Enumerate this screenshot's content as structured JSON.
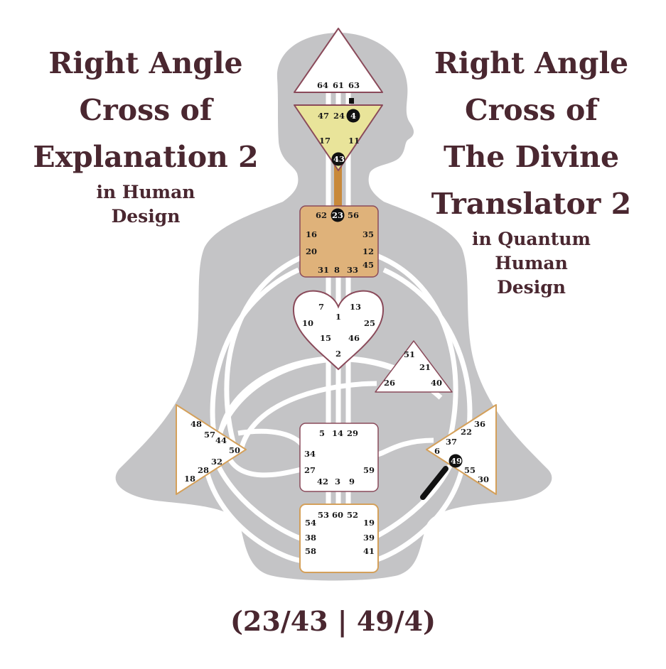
{
  "left_title": {
    "line1": "Right Angle",
    "line2": "Cross of",
    "line3": "Explanation 2",
    "sub1": "in Human",
    "sub2": "Design"
  },
  "right_title": {
    "line1": "Right Angle",
    "line2": "Cross of",
    "line3": "The Divine",
    "line4": "Translator 2",
    "sub1": "in Quantum",
    "sub2": "Human",
    "sub3": "Design"
  },
  "formula": "(23/43 | 49/4)",
  "colors": {
    "title": "#4a2730",
    "body": "#c4c4c6",
    "ajna": "#e9e49a",
    "throat": "#dfb27a",
    "center_border": "#8a4a5a",
    "channel_active": "#c8893a",
    "active_gate": "#111111"
  },
  "centers": {
    "head": {
      "gates": [
        "64",
        "61",
        "63"
      ]
    },
    "ajna": {
      "gates": [
        "47",
        "24",
        "4",
        "17",
        "11",
        "43"
      ]
    },
    "throat": {
      "gates": [
        "62",
        "23",
        "56",
        "16",
        "35",
        "20",
        "12",
        "45",
        "31",
        "8",
        "33"
      ]
    },
    "g": {
      "gates": [
        "7",
        "1",
        "13",
        "10",
        "25",
        "15",
        "46",
        "2"
      ]
    },
    "heart": {
      "gates": [
        "51",
        "21",
        "26",
        "40"
      ]
    },
    "spleen": {
      "gates": [
        "48",
        "57",
        "44",
        "50",
        "32",
        "28",
        "18"
      ]
    },
    "sacral": {
      "gates": [
        "5",
        "14",
        "29",
        "34",
        "27",
        "59",
        "42",
        "3",
        "9"
      ]
    },
    "solar_plexus": {
      "gates": [
        "36",
        "22",
        "37",
        "6",
        "49",
        "55",
        "30"
      ]
    },
    "root": {
      "gates": [
        "53",
        "60",
        "52",
        "54",
        "19",
        "38",
        "39",
        "58",
        "41"
      ]
    }
  }
}
